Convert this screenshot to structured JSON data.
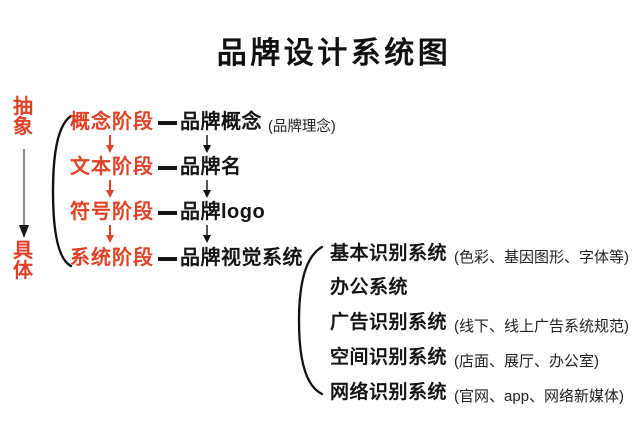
{
  "title": "品牌设计系统图",
  "colors": {
    "accent_red": "#E04228",
    "text_black": "#141414",
    "arrow_gray": "#8F8F8F"
  },
  "axis": {
    "top_label": "抽象",
    "bottom_label": "具体"
  },
  "stages": [
    {
      "stage": "概念阶段",
      "output": "品牌概念",
      "note": "(品牌理念)"
    },
    {
      "stage": "文本阶段",
      "output": "品牌名",
      "note": ""
    },
    {
      "stage": "符号阶段",
      "output": "品牌logo",
      "note": ""
    },
    {
      "stage": "系统阶段",
      "output": "品牌视觉系统",
      "note": ""
    }
  ],
  "systems": [
    {
      "label": "基本识别系统",
      "note": "(色彩、基因图形、字体等)"
    },
    {
      "label": "办公系统",
      "note": ""
    },
    {
      "label": "广告识别系统",
      "note": "(线下、线上广告系统规范)"
    },
    {
      "label": "空间识别系统",
      "note": "(店面、展厅、办公室)"
    },
    {
      "label": "网络识别系统",
      "note": "(官网、app、网络新媒体)"
    }
  ]
}
